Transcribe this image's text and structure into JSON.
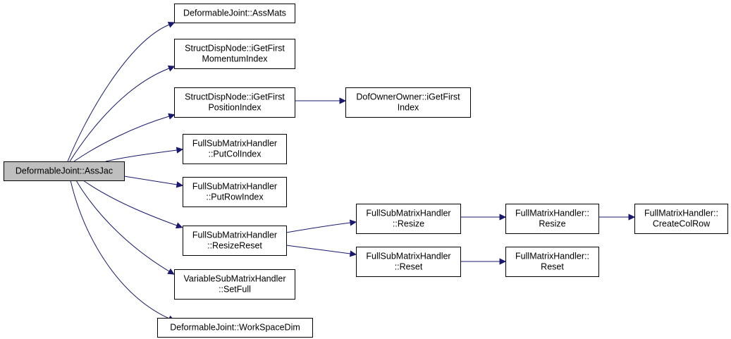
{
  "colors": {
    "edge": "#191970",
    "root_fill": "#bfbfbf",
    "node_fill": "#ffffff",
    "node_border": "#000000"
  },
  "nodes": [
    {
      "id": "assjac",
      "lines": [
        "DeformableJoint::AssJac"
      ],
      "root": true
    },
    {
      "id": "assmats",
      "lines": [
        "DeformableJoint::AssMats"
      ]
    },
    {
      "id": "momidx",
      "lines": [
        "StructDispNode::iGetFirst",
        "MomentumIndex"
      ]
    },
    {
      "id": "posidx",
      "lines": [
        "StructDispNode::iGetFirst",
        "PositionIndex"
      ]
    },
    {
      "id": "dofidx",
      "lines": [
        "DofOwnerOwner::iGetFirst",
        "Index"
      ]
    },
    {
      "id": "putcol",
      "lines": [
        "FullSubMatrixHandler",
        "::PutColIndex"
      ]
    },
    {
      "id": "putrow",
      "lines": [
        "FullSubMatrixHandler",
        "::PutRowIndex"
      ]
    },
    {
      "id": "resizereset",
      "lines": [
        "FullSubMatrixHandler",
        "::ResizeReset"
      ]
    },
    {
      "id": "fsresize",
      "lines": [
        "FullSubMatrixHandler",
        "::Resize"
      ]
    },
    {
      "id": "fmresize",
      "lines": [
        "FullMatrixHandler::",
        "Resize"
      ]
    },
    {
      "id": "createcolrow",
      "lines": [
        "FullMatrixHandler::",
        "CreateColRow"
      ]
    },
    {
      "id": "fsreset",
      "lines": [
        "FullSubMatrixHandler",
        "::Reset"
      ]
    },
    {
      "id": "fmreset",
      "lines": [
        "FullMatrixHandler::",
        "Reset"
      ]
    },
    {
      "id": "setfull",
      "lines": [
        "VariableSubMatrixHandler",
        "::SetFull"
      ]
    },
    {
      "id": "wsdim",
      "lines": [
        "DeformableJoint::WorkSpaceDim"
      ]
    }
  ],
  "edges": [
    {
      "from": "assjac",
      "to": "assmats"
    },
    {
      "from": "assjac",
      "to": "momidx"
    },
    {
      "from": "assjac",
      "to": "posidx"
    },
    {
      "from": "assjac",
      "to": "putcol"
    },
    {
      "from": "assjac",
      "to": "putrow"
    },
    {
      "from": "assjac",
      "to": "resizereset"
    },
    {
      "from": "assjac",
      "to": "setfull"
    },
    {
      "from": "assjac",
      "to": "wsdim"
    },
    {
      "from": "posidx",
      "to": "dofidx"
    },
    {
      "from": "resizereset",
      "to": "fsresize"
    },
    {
      "from": "resizereset",
      "to": "fsreset"
    },
    {
      "from": "fsresize",
      "to": "fmresize"
    },
    {
      "from": "fmresize",
      "to": "createcolrow"
    },
    {
      "from": "fsreset",
      "to": "fmreset"
    }
  ]
}
